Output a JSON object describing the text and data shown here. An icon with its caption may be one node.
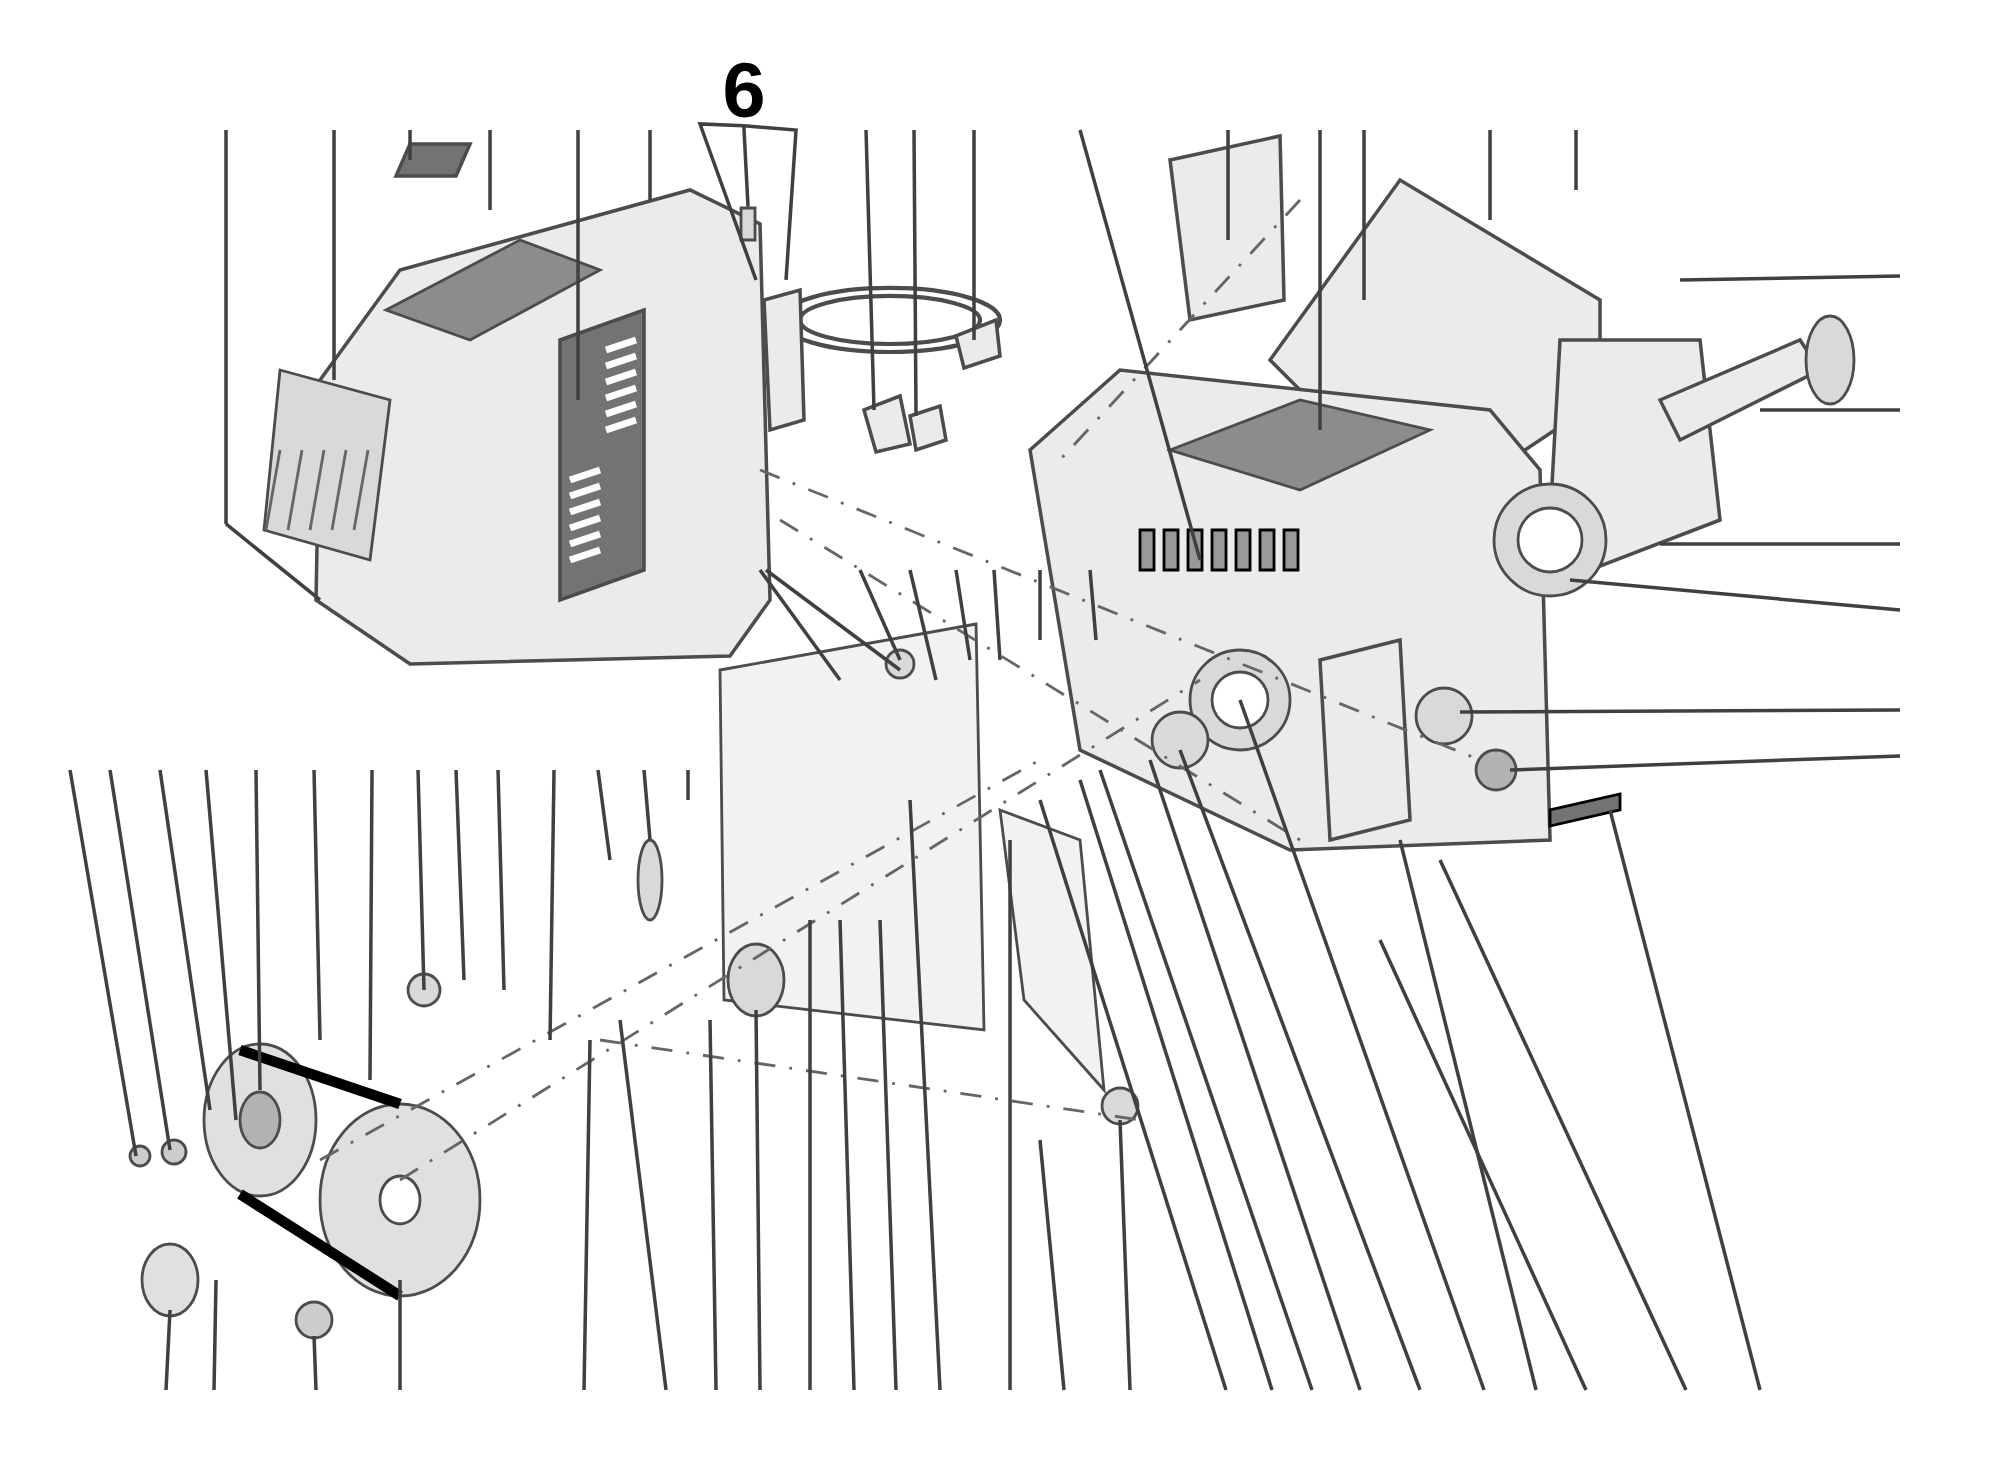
{
  "diagram": {
    "nodes": [
      {
        "text": [
          "6"
        ]
      },
      {
        "text": [],
        "shape": "box"
      }
    ],
    "edges": [
      {
        "from": 0,
        "to": null,
        "arrow": "none"
      },
      {
        "from": 0,
        "to": 1,
        "arrow": "none"
      },
      {
        "from": 0,
        "to": null,
        "arrow": "none"
      }
    ]
  }
}
